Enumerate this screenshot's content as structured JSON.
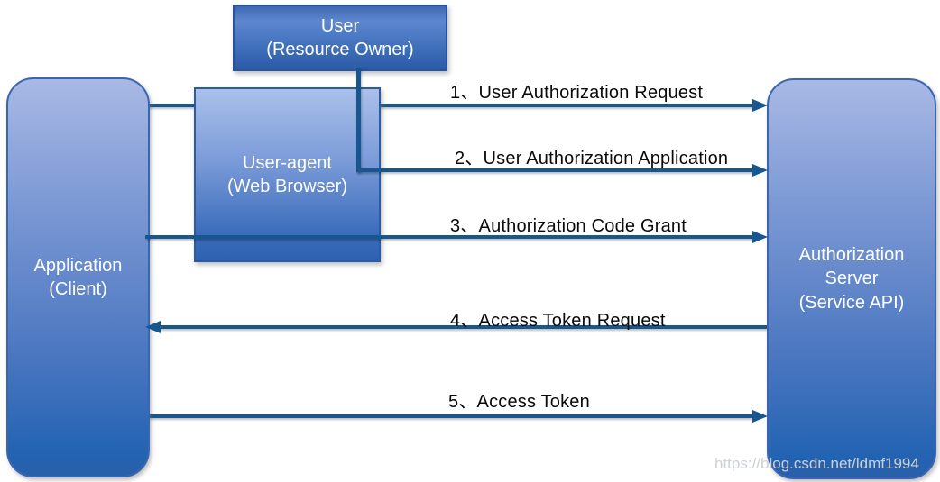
{
  "diagram": {
    "boxes": {
      "user": {
        "line1": "User",
        "line2": "(Resource Owner)"
      },
      "user_agent": {
        "line1": "User-agent",
        "line2": "(Web Browser)"
      },
      "application": {
        "line1": "Application",
        "line2": "(Client)"
      },
      "auth_server": {
        "line1": "Authorization",
        "line2": "Server",
        "line3": "(Service API)"
      }
    },
    "arrows": [
      {
        "label": "1、User Authorization Request",
        "direction": "right"
      },
      {
        "label": "2、User Authorization Application",
        "direction": "right"
      },
      {
        "label": "3、Authorization Code Grant",
        "direction": "right"
      },
      {
        "label": "4、Access Token Request",
        "direction": "left"
      },
      {
        "label": "5、Access Token",
        "direction": "right"
      }
    ],
    "watermark": "https://blog.csdn.net/ldmf1994",
    "colors": {
      "connector": "#17568f",
      "box_border": "#2b5aa6",
      "box_fill_light_top": "#a9b9e5",
      "box_fill_dark_bottom": "#2a5fa9",
      "label_text": "#0a0a0a",
      "box_text": "#ffffff",
      "watermark_text": "#ccd1d6"
    }
  }
}
